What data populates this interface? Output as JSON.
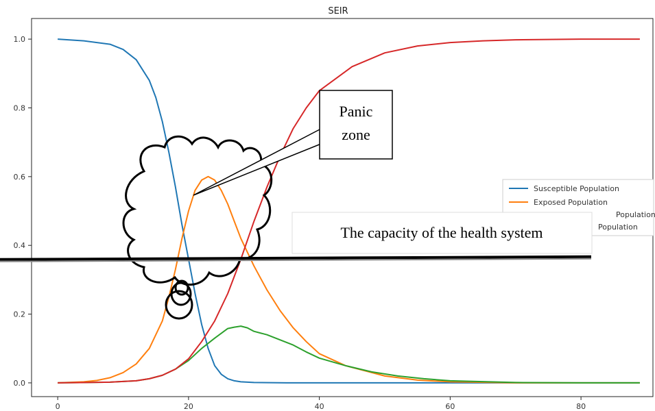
{
  "chart_data": {
    "type": "line",
    "title": "SEIR",
    "xlabel": "",
    "ylabel": "",
    "xlim": [
      -4,
      91
    ],
    "ylim": [
      -0.04,
      1.06
    ],
    "x_ticks": [
      0,
      20,
      40,
      60,
      80
    ],
    "y_ticks": [
      0.0,
      0.2,
      0.4,
      0.6,
      0.8,
      1.0
    ],
    "x_tick_labels": [
      "0",
      "20",
      "40",
      "60",
      "80"
    ],
    "y_tick_labels": [
      "0.0",
      "0.2",
      "0.4",
      "0.6",
      "0.8",
      "1.0"
    ],
    "grid": false,
    "legend_position": "center-right",
    "series": [
      {
        "name": "Susceptible Population",
        "color": "#1f77b4",
        "x": [
          0,
          4,
          8,
          10,
          12,
          14,
          15,
          16,
          17,
          18,
          19,
          20,
          21,
          22,
          23,
          24,
          25,
          26,
          27,
          28,
          30,
          35,
          40,
          50,
          60,
          70,
          80,
          89
        ],
        "y": [
          1.0,
          0.995,
          0.985,
          0.97,
          0.94,
          0.88,
          0.83,
          0.76,
          0.67,
          0.57,
          0.46,
          0.36,
          0.26,
          0.17,
          0.1,
          0.05,
          0.025,
          0.012,
          0.006,
          0.003,
          0.001,
          0.0,
          0.0,
          0.0,
          0.0,
          0.0,
          0.0,
          0.0
        ]
      },
      {
        "name": "Exposed Population",
        "color": "#ff7f0e",
        "x": [
          0,
          4,
          6,
          8,
          10,
          12,
          14,
          16,
          17,
          18,
          19,
          20,
          21,
          22,
          23,
          24,
          25,
          26,
          27,
          28,
          29,
          30,
          32,
          34,
          36,
          38,
          40,
          44,
          50,
          55,
          60,
          70,
          80,
          89
        ],
        "y": [
          0.0,
          0.003,
          0.007,
          0.015,
          0.03,
          0.055,
          0.1,
          0.18,
          0.25,
          0.33,
          0.42,
          0.5,
          0.56,
          0.59,
          0.6,
          0.59,
          0.56,
          0.52,
          0.47,
          0.42,
          0.38,
          0.34,
          0.27,
          0.21,
          0.16,
          0.12,
          0.085,
          0.05,
          0.02,
          0.008,
          0.003,
          0.0,
          0.0,
          0.0
        ]
      },
      {
        "name": "Infected Population",
        "color": "#2ca02c",
        "x": [
          0,
          8,
          12,
          14,
          16,
          18,
          20,
          22,
          24,
          26,
          27,
          28,
          29,
          30,
          32,
          34,
          36,
          38,
          40,
          44,
          48,
          52,
          56,
          60,
          70,
          80,
          89
        ],
        "y": [
          0.0,
          0.002,
          0.006,
          0.012,
          0.022,
          0.04,
          0.065,
          0.1,
          0.13,
          0.158,
          0.162,
          0.165,
          0.16,
          0.15,
          0.14,
          0.125,
          0.11,
          0.09,
          0.072,
          0.05,
          0.032,
          0.02,
          0.012,
          0.006,
          0.001,
          0.0,
          0.0
        ]
      },
      {
        "name": "Recovered Population",
        "color": "#d62728",
        "x": [
          0,
          8,
          12,
          14,
          16,
          18,
          20,
          22,
          24,
          26,
          28,
          30,
          32,
          34,
          36,
          38,
          40,
          45,
          50,
          55,
          60,
          65,
          70,
          80,
          89
        ],
        "y": [
          0.0,
          0.002,
          0.006,
          0.012,
          0.022,
          0.04,
          0.07,
          0.12,
          0.18,
          0.26,
          0.36,
          0.47,
          0.57,
          0.66,
          0.74,
          0.8,
          0.85,
          0.92,
          0.96,
          0.98,
          0.99,
          0.995,
          0.998,
          1.0,
          1.0
        ]
      }
    ],
    "legend_entries": [
      "Susceptible Population",
      "Exposed Population",
      "Population",
      "Population"
    ],
    "annotations": {
      "callout": "Panic\nzone",
      "callout_lines": [
        "Panic",
        "zone"
      ],
      "capacity_label": "The capacity of the health system",
      "capacity_level": 0.355
    }
  }
}
